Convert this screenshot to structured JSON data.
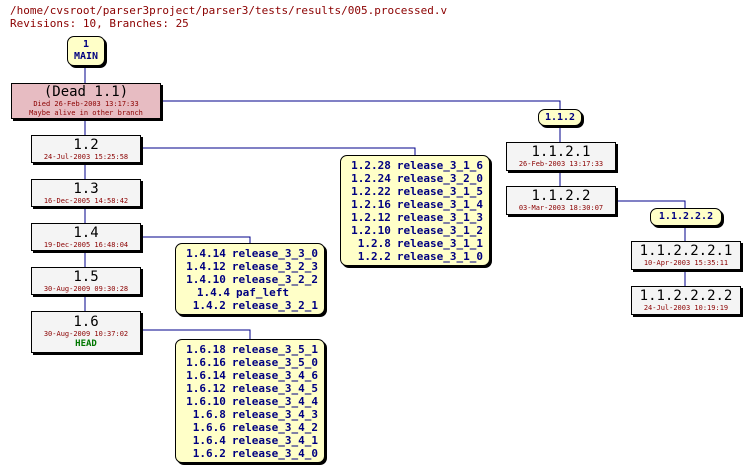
{
  "header": {
    "path": "/home/cvsroot/parser3project/parser3/tests/results/005.processed.v",
    "summary": "Revisions: 10, Branches: 25"
  },
  "root": {
    "label": "1",
    "branch": "MAIN"
  },
  "dead": {
    "label": "(Dead 1.1)",
    "date": "Died 26-Feb-2003 13:17:33",
    "note": "Maybe alive in other branch"
  },
  "revisions": {
    "r1_2": {
      "label": "1.2",
      "date": "24-Jul-2003 15:25:58"
    },
    "r1_3": {
      "label": "1.3",
      "date": "16-Dec-2005 14:58:42"
    },
    "r1_4": {
      "label": "1.4",
      "date": "19-Dec-2005 16:48:04"
    },
    "r1_5": {
      "label": "1.5",
      "date": "30-Aug-2009 09:30:28"
    },
    "r1_6": {
      "label": "1.6",
      "date": "30-Aug-2009 10:37:02",
      "head": "HEAD"
    },
    "r1_1_2_1": {
      "label": "1.1.2.1",
      "date": "26-Feb-2003 13:17:33"
    },
    "r1_1_2_2": {
      "label": "1.1.2.2",
      "date": "03-Mar-2003 18:30:07"
    },
    "r1_1_2_2_2_1": {
      "label": "1.1.2.2.2.1",
      "date": "10-Apr-2003 15:35:11"
    },
    "r1_1_2_2_2_2": {
      "label": "1.1.2.2.2.2",
      "date": "24-Jul-2003 10:19:19"
    }
  },
  "branches": {
    "b1_1_2": "1.1.2",
    "b1_1_2_2_2": "1.1.2.2.2"
  },
  "tagboxes": [
    {
      "id": "tags-1-2",
      "tags": [
        {
          "rev": "1.2.28",
          "name": "release_3_1_6"
        },
        {
          "rev": "1.2.24",
          "name": "release_3_2_0"
        },
        {
          "rev": "1.2.22",
          "name": "release_3_1_5"
        },
        {
          "rev": "1.2.16",
          "name": "release_3_1_4"
        },
        {
          "rev": "1.2.12",
          "name": "release_3_1_3"
        },
        {
          "rev": "1.2.10",
          "name": "release_3_1_2"
        },
        {
          "rev": "1.2.8",
          "name": "release_3_1_1"
        },
        {
          "rev": "1.2.2",
          "name": "release_3_1_0"
        }
      ]
    },
    {
      "id": "tags-1-4",
      "tags": [
        {
          "rev": "1.4.14",
          "name": "release_3_3_0"
        },
        {
          "rev": "1.4.12",
          "name": "release_3_2_3"
        },
        {
          "rev": "1.4.10",
          "name": "release_3_2_2"
        },
        {
          "rev": "1.4.4",
          "name": "paf_left"
        },
        {
          "rev": "1.4.2",
          "name": "release_3_2_1"
        }
      ]
    },
    {
      "id": "tags-1-6",
      "tags": [
        {
          "rev": "1.6.18",
          "name": "release_3_5_1"
        },
        {
          "rev": "1.6.16",
          "name": "release_3_5_0"
        },
        {
          "rev": "1.6.14",
          "name": "release_3_4_6"
        },
        {
          "rev": "1.6.12",
          "name": "release_3_4_5"
        },
        {
          "rev": "1.6.10",
          "name": "release_3_4_4"
        },
        {
          "rev": "1.6.8",
          "name": "release_3_4_3"
        },
        {
          "rev": "1.6.6",
          "name": "release_3_4_2"
        },
        {
          "rev": "1.6.4",
          "name": "release_3_4_1"
        },
        {
          "rev": "1.6.2",
          "name": "release_3_4_0"
        }
      ]
    }
  ]
}
